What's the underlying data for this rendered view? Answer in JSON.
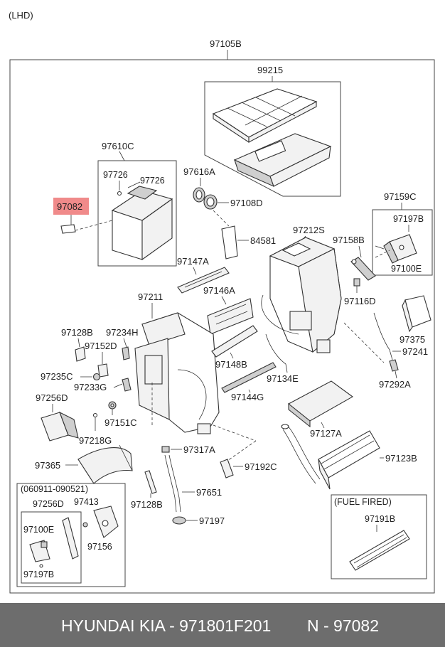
{
  "variant": "(LHD)",
  "assembly_number": "97105B",
  "highlight_color": "#f08a8a",
  "highlighted_part": "97082",
  "parts": {
    "p99215": "99215",
    "p97610C": "97610C",
    "p97726a": "97726",
    "p97726b": "97726",
    "p97082": "97082",
    "p97616A": "97616A",
    "p97108D": "97108D",
    "p97159C": "97159C",
    "p97197B": "97197B",
    "p97100E": "97100E",
    "p84581": "84581",
    "p97212S": "97212S",
    "p97158B": "97158B",
    "p97147A": "97147A",
    "p97146A": "97146A",
    "p97116D": "97116D",
    "p97211": "97211",
    "p97375": "97375",
    "p97128B": "97128B",
    "p97234H": "97234H",
    "p97152D": "97152D",
    "p97241": "97241",
    "p97148B": "97148B",
    "p97134E": "97134E",
    "p97235C": "97235C",
    "p97292A": "97292A",
    "p97233G": "97233G",
    "p97144G": "97144G",
    "p97256D": "97256D",
    "p97151C": "97151C",
    "p97127A": "97127A",
    "p97218G": "97218G",
    "p97317A": "97317A",
    "p97123B": "97123B",
    "p97365": "97365",
    "p97192C": "97192C",
    "p97651": "97651",
    "p97128B_2": "97128B",
    "p97197": "97197"
  },
  "inset_date": {
    "title": "(060911-090521)",
    "p97256D": "97256D",
    "p97413": "97413",
    "p97100E": "97100E",
    "p97156": "97156",
    "p97197B": "97197B"
  },
  "inset_fuel": {
    "title": "(FUEL FIRED)",
    "p97191B": "97191B"
  },
  "footer": {
    "brand": "HYUNDAI  KIA - 971801F201",
    "ref": "N - 97082"
  }
}
